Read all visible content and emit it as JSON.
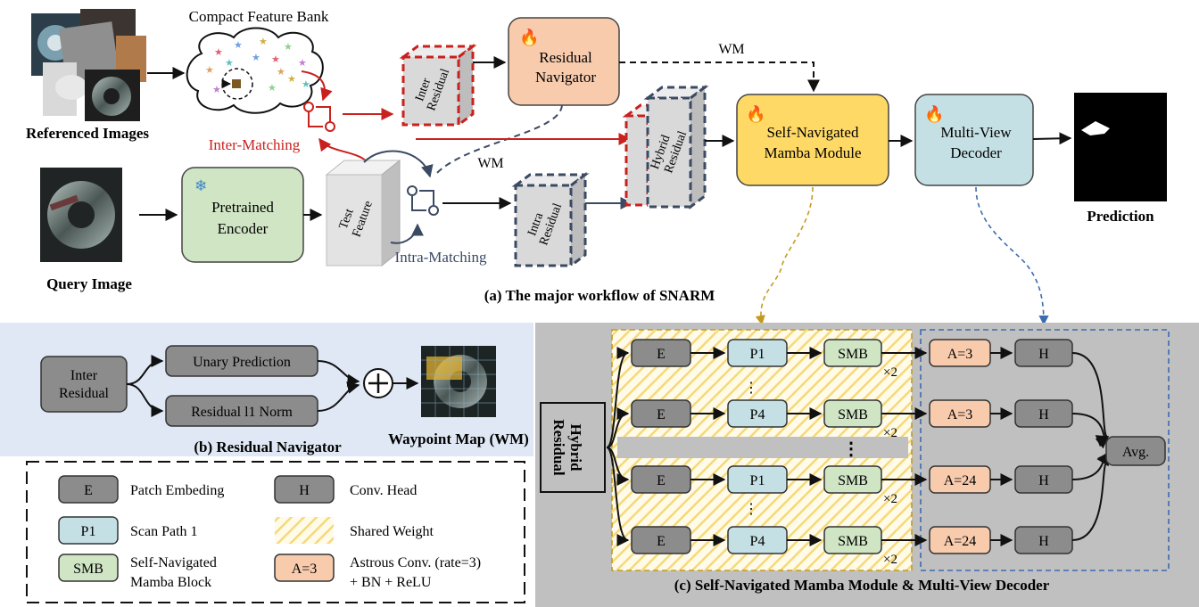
{
  "top": {
    "referenced_images_label": "Referenced Images",
    "query_image_label": "Query Image",
    "feature_bank_label": "Compact Feature Bank",
    "inter_matching_label": "Inter-Matching",
    "intra_matching_label": "Intra-Matching",
    "encoder_label_1": "Pretrained",
    "encoder_label_2": "Encoder",
    "test_feature_1": "Test",
    "test_feature_2": "Feature",
    "inter_residual_1": "Inter",
    "inter_residual_2": "Residual",
    "intra_residual_1": "Intra",
    "intra_residual_2": "Residual",
    "hybrid_residual_1": "Hybrid",
    "hybrid_residual_2": "Residual",
    "navigator_1": "Residual",
    "navigator_2": "Navigator",
    "wm_top": "WM",
    "wm_mid": "WM",
    "smm_1": "Self-Navigated",
    "smm_2": "Mamba Module",
    "mvd_1": "Multi-View",
    "mvd_2": "Decoder",
    "prediction_label": "Prediction",
    "caption_a": "(a) The major workflow of SNARM"
  },
  "panel_b": {
    "inter_residual_1": "Inter",
    "inter_residual_2": "Residual",
    "unary": "Unary Prediction",
    "norm": "Residual l1 Norm",
    "waypoint": "Waypoint Map (WM)",
    "caption": "(b) Residual Navigator"
  },
  "legend": {
    "e_key": "E",
    "e_desc": "Patch Embeding",
    "p1_key": "P1",
    "p1_desc": "Scan Path 1",
    "smb_key": "SMB",
    "smb_desc_1": "Self-Navigated",
    "smb_desc_2": "Mamba Block",
    "h_key": "H",
    "h_desc": "Conv. Head",
    "shared_desc": "Shared Weight",
    "a_key": "A=3",
    "a_desc_1": "Astrous Conv. (rate=3)",
    "a_desc_2": "+ BN + ReLU"
  },
  "panel_c": {
    "hybrid_1": "Hybrid",
    "hybrid_2": "Residual",
    "rows": [
      {
        "e": "E",
        "p": "P1",
        "smb": "SMB",
        "mult": "×2",
        "a": "A=3",
        "h": "H"
      },
      {
        "e": "E",
        "p": "P4",
        "smb": "SMB",
        "mult": "×2",
        "a": "A=3",
        "h": "H"
      },
      {
        "e": "E",
        "p": "P1",
        "smb": "SMB",
        "mult": "×2",
        "a": "A=24",
        "h": "H"
      },
      {
        "e": "E",
        "p": "P4",
        "smb": "SMB",
        "mult": "×2",
        "a": "A=24",
        "h": "H"
      }
    ],
    "avg": "Avg.",
    "caption": "(c) Self-Navigated Mamba Module & Multi-View Decoder"
  },
  "colors": {
    "red": "#c9211e",
    "navy": "#3b4a63",
    "green_box": "#cfe5c4",
    "orange_box": "#f8cbad",
    "yellow_box": "#ffd966",
    "blue_box": "#c5e0e4",
    "gray_box": "#8c8c8c",
    "panel_b_bg": "#dfe8f4",
    "panel_c_bg": "#c0c0c0"
  }
}
